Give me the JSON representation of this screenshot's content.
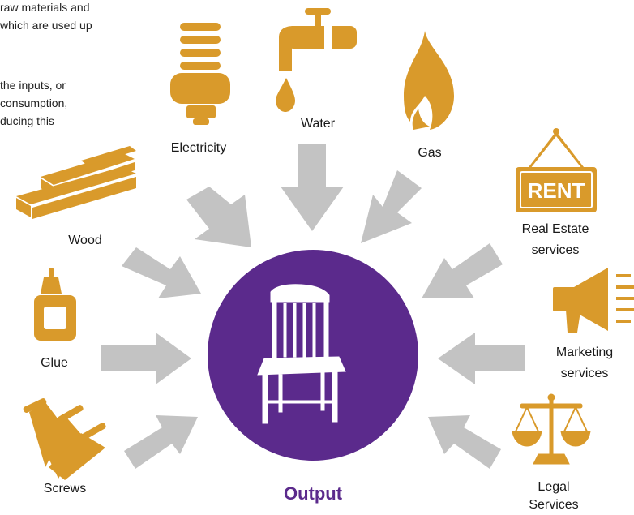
{
  "notes": {
    "line1": "raw materials and",
    "line2": "which are used up",
    "line3": "the inputs, or",
    "line4": "consumption,",
    "line5": "ducing this"
  },
  "inputs": {
    "electricity": "Electricity",
    "water": "Water",
    "gas": "Gas",
    "wood": "Wood",
    "glue": "Glue",
    "screws": "Screws",
    "real_estate_1": "Real Estate",
    "real_estate_2": "services",
    "rent_sign": "RENT",
    "marketing_1": "Marketing",
    "marketing_2": "services",
    "legal_1": "Legal",
    "legal_2": "Services"
  },
  "output": {
    "label": "Output"
  },
  "colors": {
    "icon": "#d99a2b",
    "arrow": "#c3c3c3",
    "circle": "#5b2a8c"
  }
}
